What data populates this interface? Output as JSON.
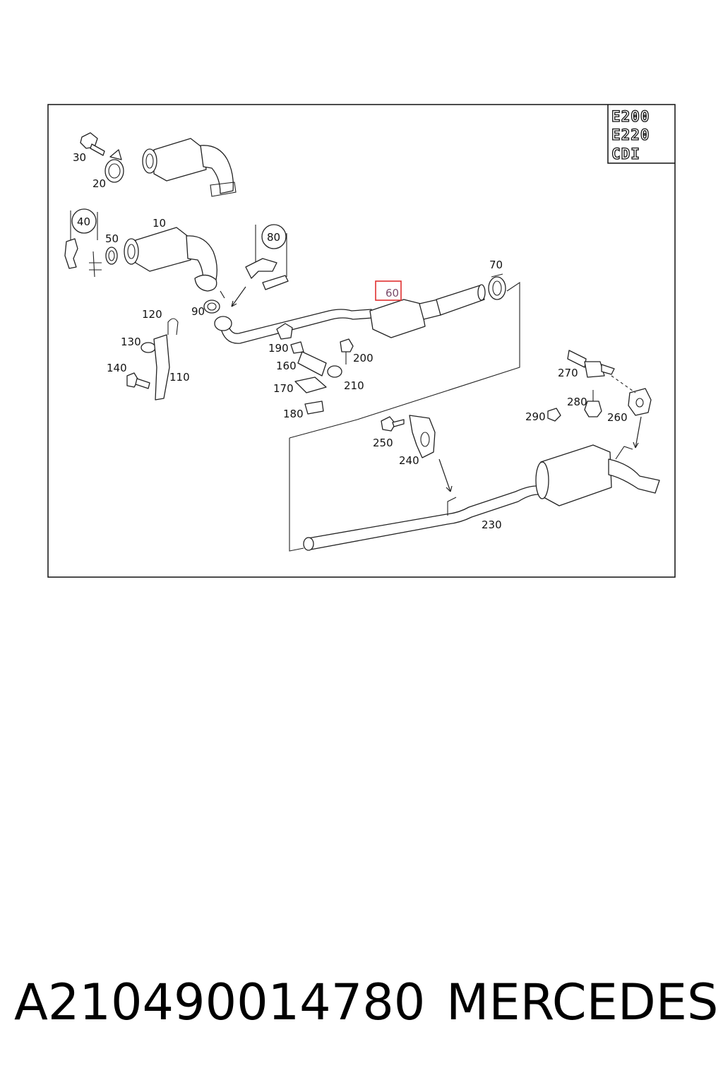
{
  "model_badge": [
    "E200",
    "E220",
    "CDI"
  ],
  "highlighted_part": "60",
  "part_labels": {
    "p10": "10",
    "p20": "20",
    "p30": "30",
    "p40": "40",
    "p50": "50",
    "p60": "60",
    "p70": "70",
    "p80": "80",
    "p90": "90",
    "p110": "110",
    "p120": "120",
    "p130": "130",
    "p140": "140",
    "p160": "160",
    "p170": "170",
    "p180": "180",
    "p190": "190",
    "p200": "200",
    "p210": "210",
    "p230": "230",
    "p240": "240",
    "p250": "250",
    "p260": "260",
    "p270": "270",
    "p280": "280",
    "p290": "290"
  },
  "footer": {
    "part_number": "A210490014780",
    "brand": "MERCEDES"
  }
}
